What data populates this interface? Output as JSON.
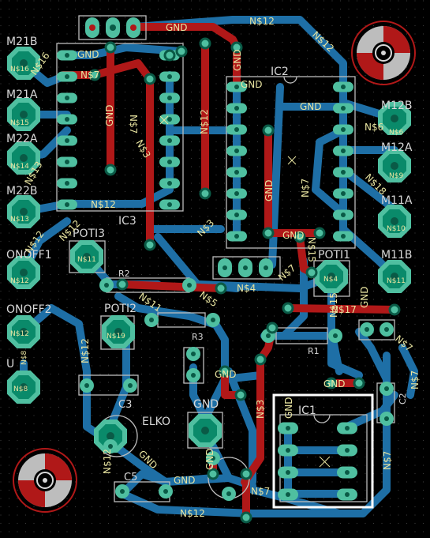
{
  "colors": {
    "background": "#000000",
    "grid": "#3a3a3a",
    "bottom_trace": "#1e6fa6",
    "top_trace": "#b01818",
    "pad": "#4fbfa0",
    "pad_dark": "#0a8a6a",
    "outline": "#bdbdbd",
    "silk_text": "#d8d8d8",
    "signal_text": "#e8e4a0",
    "ic1_box": "#ffffff"
  },
  "components": {
    "ic1": "IC1",
    "ic2": "IC2",
    "ic3": "IC3",
    "r1": "R1",
    "r2": "R2",
    "r3": "R3",
    "c2": "C2",
    "c3": "C3",
    "c5": "C5",
    "elko": "ELKO",
    "gnd_pad": "GND",
    "poti1": "POTI1",
    "poti2": "POTI2",
    "poti3": "POTI3",
    "onoff1": "ONOFF1",
    "onoff2": "ONOFF2",
    "u": "U",
    "m21b": "M21B",
    "m21a": "M21A",
    "m22a": "M22A",
    "m22b": "M22B",
    "m12b": "M12B",
    "m12a": "M12A",
    "m11a": "M11A",
    "m11b": "M11B"
  },
  "nets": {
    "gnd": "GND",
    "n12": "N$12",
    "n7": "N$7",
    "n3": "N$3",
    "n4": "N$4",
    "n5": "N$5",
    "n6": "N$6",
    "n8": "N$8",
    "n9": "N$9",
    "n10": "N$10",
    "n11": "N$11",
    "n13": "N$13",
    "n14": "N$14",
    "n15": "N$15",
    "n16": "N$16",
    "n17": "N$17",
    "n18": "N$18",
    "n19": "N$19"
  }
}
